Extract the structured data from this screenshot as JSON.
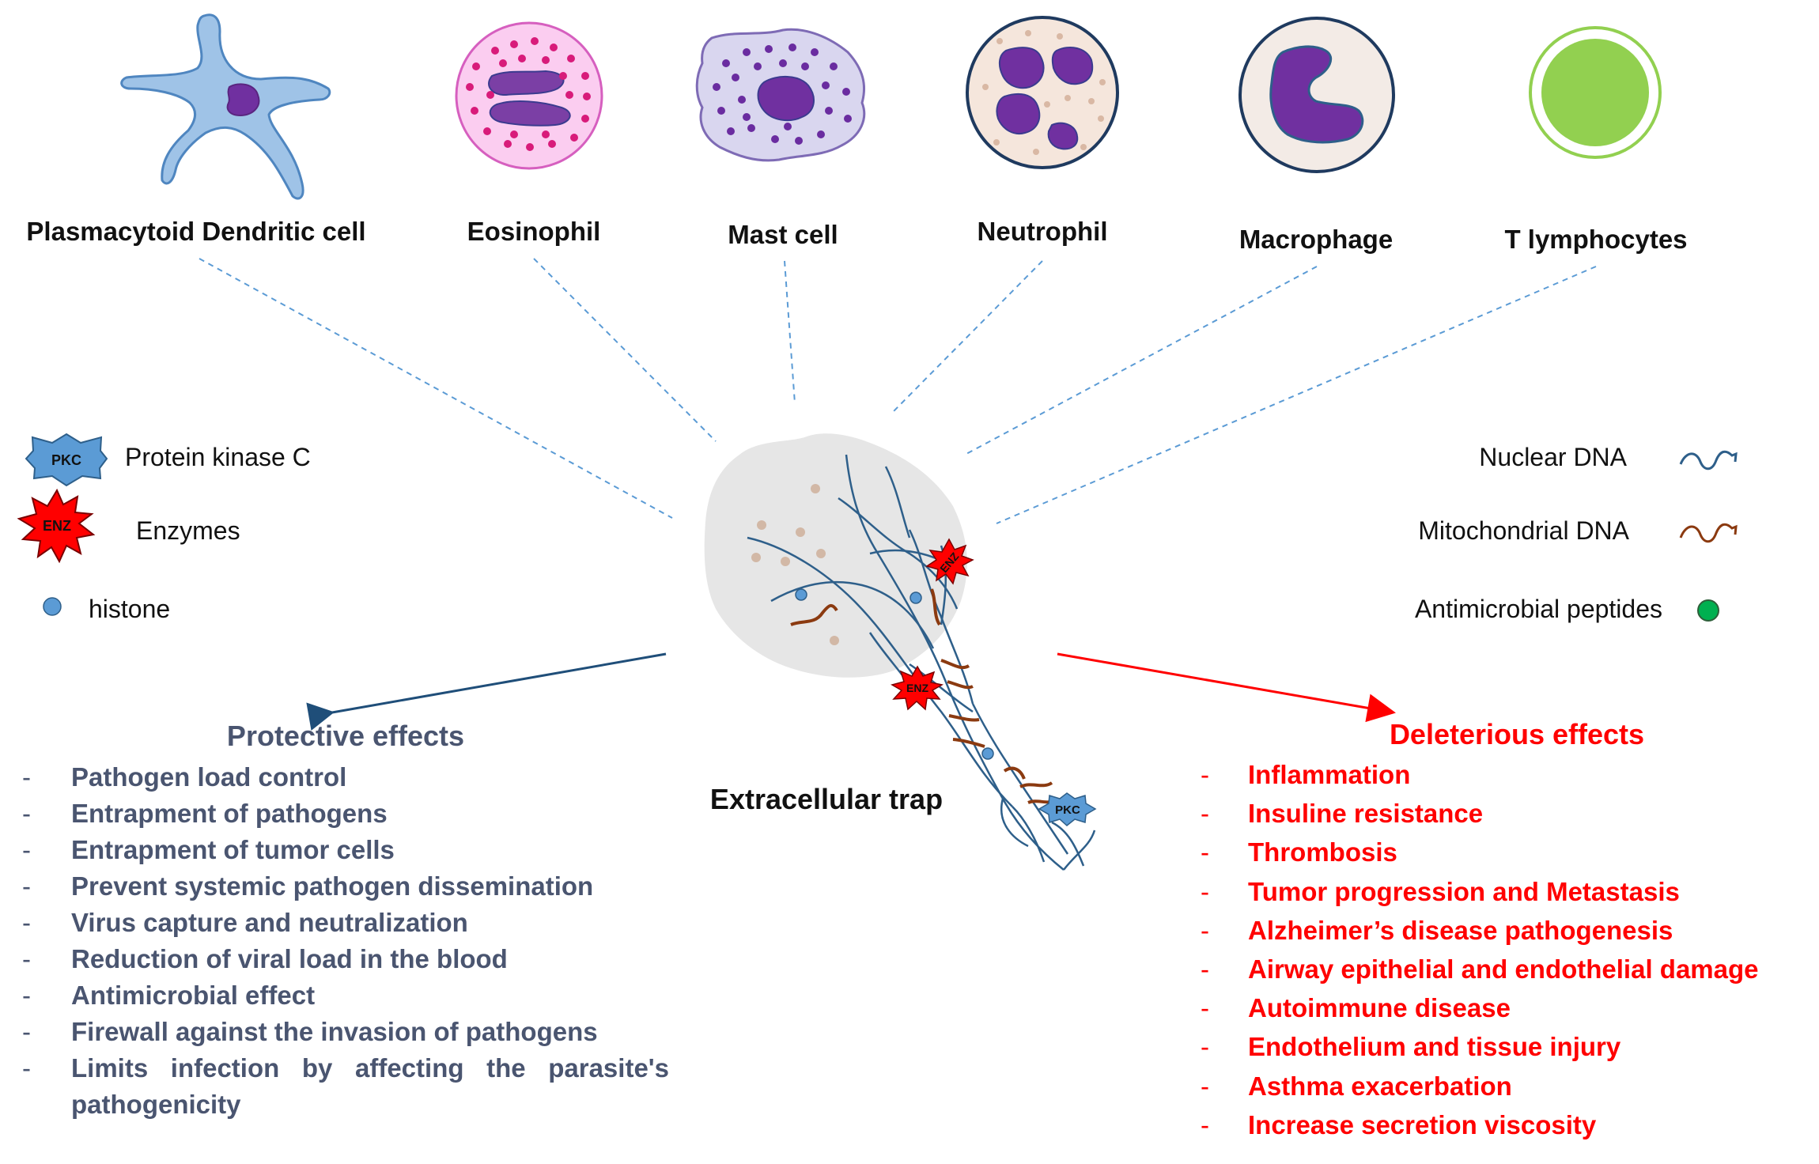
{
  "cells": [
    {
      "name": "plasmacytoid-dendritic-cell",
      "label": "Plasmacytoid Dendritic cell"
    },
    {
      "name": "eosinophil",
      "label": "Eosinophil"
    },
    {
      "name": "mast-cell",
      "label": "Mast cell"
    },
    {
      "name": "neutrophil",
      "label": "Neutrophil"
    },
    {
      "name": "macrophage",
      "label": "Macrophage"
    },
    {
      "name": "t-lymphocytes",
      "label": "T lymphocytes"
    }
  ],
  "legend_left": [
    {
      "icon": "pkc-star-icon",
      "badge": "PKC",
      "label": "Protein kinase C"
    },
    {
      "icon": "enz-burst-icon",
      "badge": "ENZ",
      "label": "Enzymes"
    },
    {
      "icon": "histone-dot-icon",
      "label": "histone"
    }
  ],
  "legend_right": [
    {
      "icon": "nuclear-dna-icon",
      "label": "Nuclear DNA"
    },
    {
      "icon": "mitochondrial-dna-icon",
      "label": "Mitochondrial  DNA"
    },
    {
      "icon": "antimicrobial-peptide-icon",
      "label": "Antimicrobial peptides"
    }
  ],
  "center": {
    "label": "Extracellular trap",
    "enz_badge": "ENZ",
    "pkc_badge": "PKC"
  },
  "protective": {
    "title": "Protective effects",
    "items": [
      "Pathogen load control",
      "Entrapment of pathogens",
      "Entrapment of tumor cells",
      "Prevent systemic pathogen dissemination",
      "Virus capture and neutralization",
      "Reduction of viral load in the blood",
      "Antimicrobial effect",
      "Firewall against the invasion of pathogens",
      "Limits infection by affecting the parasite's pathogenicity"
    ]
  },
  "deleterious": {
    "title": "Deleterious effects",
    "items": [
      "Inflammation",
      "Insuline resistance",
      "Thrombosis",
      "Tumor progression and Metastasis",
      "Alzheimer’s disease pathogenesis",
      "Airway epithelial and endothelial damage",
      "Autoimmune disease",
      "Endothelium and tissue injury",
      "Asthma exacerbation",
      "Increase secretion viscosity"
    ]
  },
  "colors": {
    "protective": "#4a5570",
    "deleterious": "#ff0000",
    "arrow_protective": "#1f4e79",
    "arrow_deleterious": "#ff0000",
    "dna_nuclear": "#2e5f8a",
    "dna_mito": "#8b3a10",
    "connector": "#5b9bd5"
  }
}
